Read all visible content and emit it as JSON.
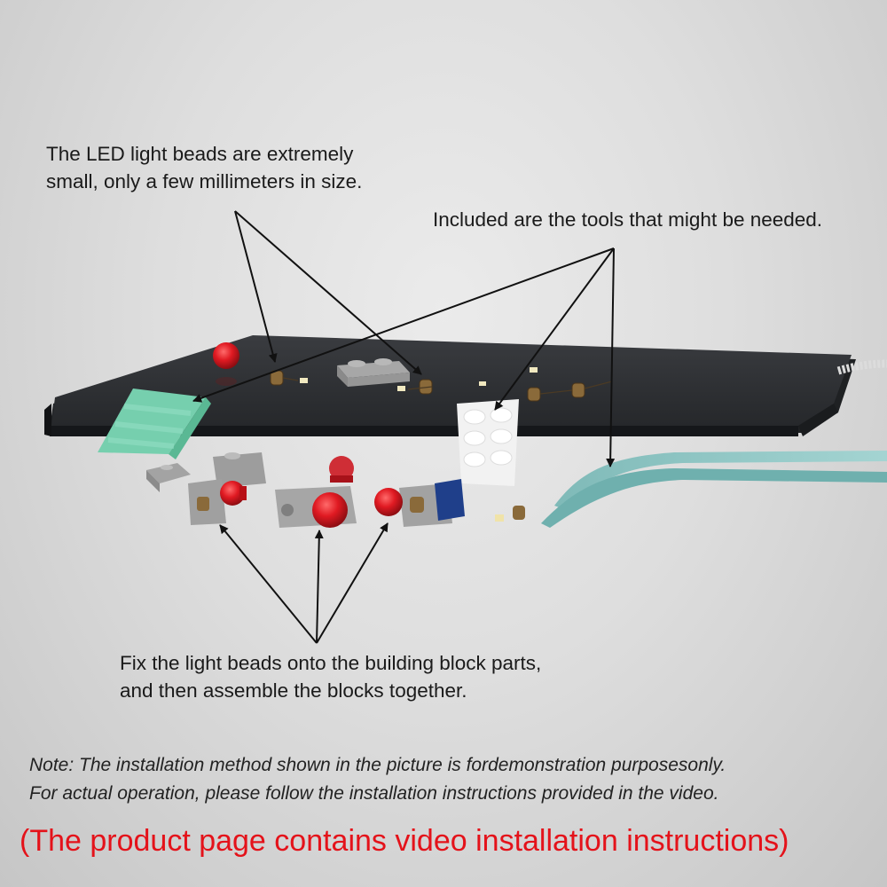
{
  "annotations": {
    "led_caption": [
      "The LED light beads are extremely",
      "small, only a few millimeters in size."
    ],
    "tools_caption": "Included are the tools that might be needed.",
    "fix_caption": [
      "Fix the light beads onto the building block parts,",
      "and then assemble the blocks together."
    ]
  },
  "note": [
    "Note: The installation method shown in the picture is fordemonstration purposesonly.",
    "For actual operation, please follow the installation instructions provided in the video."
  ],
  "banner": "(The product page contains video installation instructions)",
  "colors": {
    "banner_text": "#e4121a",
    "base_plate": "#2f3134",
    "green_putty": "#6fc9a8",
    "tweezers": "#86c2c0",
    "red_stud": "#d8141c",
    "grey_brick": "#9c9c9c",
    "blue_brick": "#1f3f8a"
  }
}
